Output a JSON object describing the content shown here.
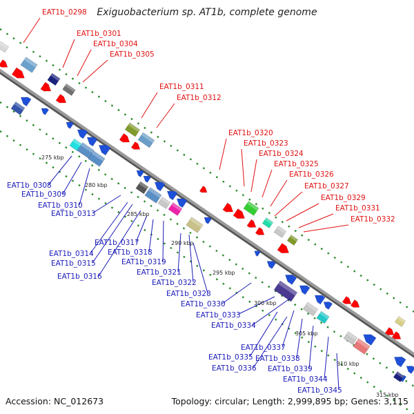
{
  "title": "Exiguobacterium sp. AT1b, complete genome",
  "footer": {
    "accession": "Accession: NC_012673",
    "topology": "Topology: circular; Length: 2,999,895 bp; Genes: 3,115"
  },
  "colors": {
    "forward": "#ff0000",
    "reverse": "#1e4fd8",
    "backbone": "#888888",
    "dots": "#2a8a2a",
    "red_label": "#e01010",
    "blue_label": "#1a1ab8"
  },
  "ticks": [
    "275 kbp",
    "280 kbp",
    "285 kbp",
    "290 kbp",
    "295 kbp",
    "300 kbp",
    "305 kbp",
    "310 kbp",
    "315 kbp"
  ],
  "forward_labels": [
    "EAT1b_0298",
    "EAT1b_0301",
    "EAT1b_0304",
    "EAT1b_0305",
    "EAT1b_0311",
    "EAT1b_0312",
    "EAT1b_0320",
    "EAT1b_0323",
    "EAT1b_0324",
    "EAT1b_0325",
    "EAT1b_0326",
    "EAT1b_0327",
    "EAT1b_0329",
    "EAT1b_0331",
    "EAT1b_0332"
  ],
  "reverse_labels": [
    "EAT1b_0308",
    "EAT1b_0309",
    "EAT1b_0310",
    "EAT1b_0313",
    "EAT1b_0314",
    "EAT1b_0315",
    "EAT1b_0316",
    "EAT1b_0317",
    "EAT1b_0318",
    "EAT1b_0319",
    "EAT1b_0321",
    "EAT1b_0322",
    "EAT1b_0328",
    "EAT1b_0330",
    "EAT1b_0333",
    "EAT1b_0334",
    "EAT1b_0337",
    "EAT1b_0335",
    "EAT1b_0338",
    "EAT1b_0336",
    "EAT1b_0339",
    "EAT1b_0344",
    "EAT1b_0345"
  ]
}
